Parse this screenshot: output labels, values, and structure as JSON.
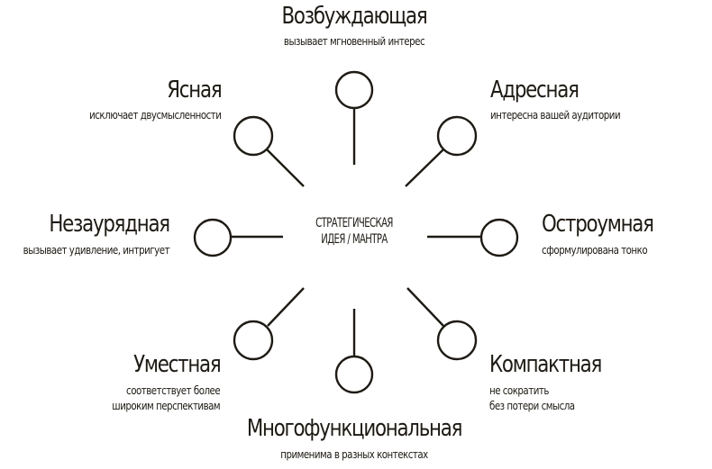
{
  "center": {
    "line1": "СТРАТЕГИЧЕСКАЯ",
    "line2": "ИДЕЯ / МАНТРА"
  },
  "nodes": {
    "top": {
      "title": "Возбуждающая",
      "subtitle": "вызывает мгновенный интерес"
    },
    "upper_left": {
      "title": "Ясная",
      "subtitle": "исключает двусмысленности"
    },
    "upper_right": {
      "title": "Адресная",
      "subtitle": "интересна вашей аудитории"
    },
    "left": {
      "title": "Незаурядная",
      "subtitle": "вызывает удивление, интригует"
    },
    "right": {
      "title": "Остроумная",
      "subtitle": "сформулирована тонко"
    },
    "lower_left": {
      "title": "Уместная",
      "subtitle_line1": "соответствует более",
      "subtitle_line2": "широким перспективам"
    },
    "lower_right": {
      "title": "Компактная",
      "subtitle_line1": "не сократить",
      "subtitle_line2": "без потери смысла"
    },
    "bottom": {
      "title": "Многофункциональная",
      "subtitle": "применима в разных контекстах"
    }
  },
  "colors": {
    "stroke": "#1e1a14",
    "background": "#ffffff"
  }
}
